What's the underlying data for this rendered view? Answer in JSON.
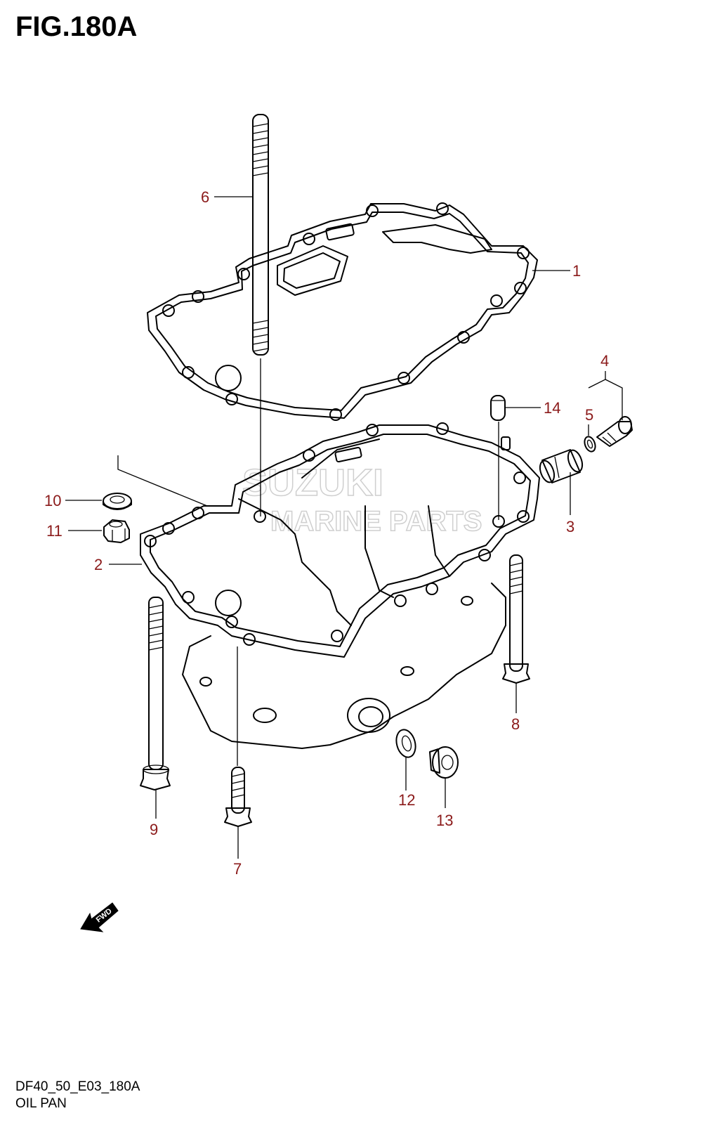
{
  "figure": {
    "title": "FIG.180A",
    "code": "DF40_50_E03_180A",
    "name": "OIL PAN"
  },
  "watermark": {
    "line1": "SUZUKI",
    "line2": "MARINE PARTS"
  },
  "fwd_label": "FWD",
  "callouts": {
    "c1": "1",
    "c2": "2",
    "c3": "3",
    "c4": "4",
    "c5": "5",
    "c6": "6",
    "c7": "7",
    "c8": "8",
    "c9": "9",
    "c10": "10",
    "c11": "11",
    "c12": "12",
    "c13": "13",
    "c14": "14"
  },
  "colors": {
    "callout": "#8b1a1a",
    "line": "#000000",
    "watermark": "#cfcfcf"
  }
}
